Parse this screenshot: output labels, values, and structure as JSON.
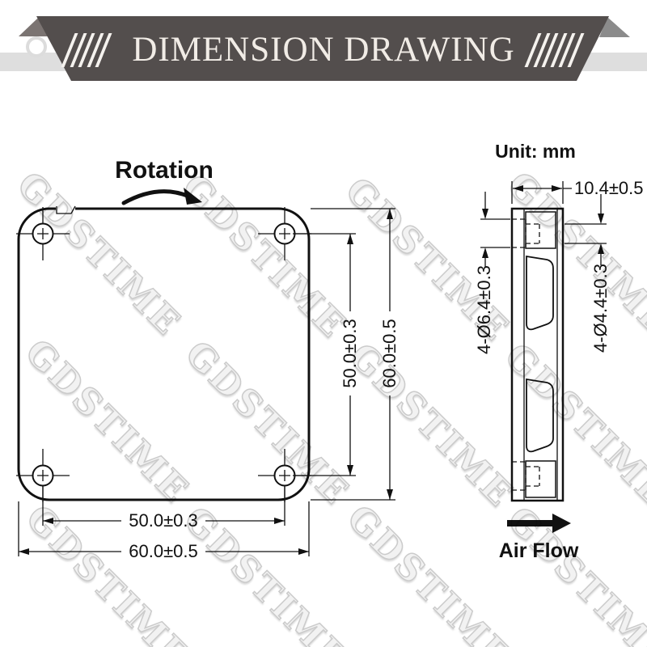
{
  "header": {
    "title": "DIMENSION DRAWING"
  },
  "watermark": {
    "text": "GDSTIME"
  },
  "front_view": {
    "rotation_label": "Rotation",
    "dim_outer_width": "60.0±0.5",
    "dim_hole_pitch_width": "50.0±0.3",
    "dim_outer_height": "60.0±0.5",
    "dim_hole_pitch_height": "50.0±0.3"
  },
  "side_view": {
    "unit_label": "Unit: mm",
    "dim_thickness": "10.4±0.5",
    "dim_hole_left": "4-Ø6.4±0.3",
    "dim_hole_right": "4-Ø4.4±0.3",
    "airflow_label": "Air Flow"
  },
  "colors": {
    "banner_bg": "#534e4d",
    "banner_text": "#f1ece6",
    "ribbon_strip": "#dedede",
    "fold_left": "#7b7472",
    "fold_right": "#8b8b8b",
    "ink": "#111111",
    "watermark": "#cbcbcb",
    "paper": "#ffffff"
  }
}
